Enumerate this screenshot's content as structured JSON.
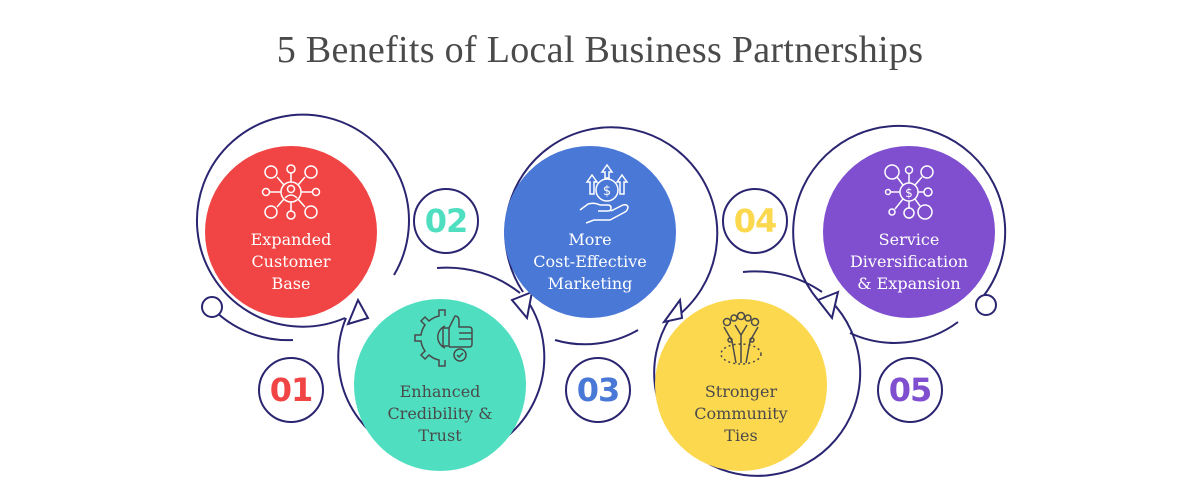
{
  "title": "5 Benefits of Local Business Partnerships",
  "colors": {
    "ring": "#2a2570",
    "red": "#f14444",
    "teal": "#4fdfc0",
    "blue": "#4a78d6",
    "yellow": "#fcd84f",
    "purple": "#7f4fcf",
    "dark_text": "#4a4a4a",
    "light_text": "#ffffff"
  },
  "benefits": [
    {
      "number": "01",
      "lines": [
        "Expanded",
        "Customer",
        "Base"
      ],
      "icon": "customer-network-icon",
      "color": "#f14444",
      "text_color": "#ffffff",
      "number_color": "#f14444"
    },
    {
      "number": "02",
      "lines": [
        "Enhanced",
        "Credibility &",
        "Trust"
      ],
      "icon": "gear-thumbs-up-icon",
      "color": "#4fdfc0",
      "text_color": "#4a4a4a",
      "number_color": "#4fdfc0"
    },
    {
      "number": "03",
      "lines": [
        "More",
        "Cost-Effective",
        "Marketing"
      ],
      "icon": "hand-dollar-growth-icon",
      "color": "#4a78d6",
      "text_color": "#ffffff",
      "number_color": "#4a78d6"
    },
    {
      "number": "04",
      "lines": [
        "Stronger",
        "Community",
        "Ties"
      ],
      "icon": "community-people-icon",
      "color": "#fcd84f",
      "text_color": "#4a4a4a",
      "number_color": "#fcd84f"
    },
    {
      "number": "05",
      "lines": [
        "Service",
        "Diversification",
        "& Expansion"
      ],
      "icon": "dollar-network-icon",
      "color": "#7f4fcf",
      "text_color": "#ffffff",
      "number_color": "#7f4fcf"
    }
  ]
}
